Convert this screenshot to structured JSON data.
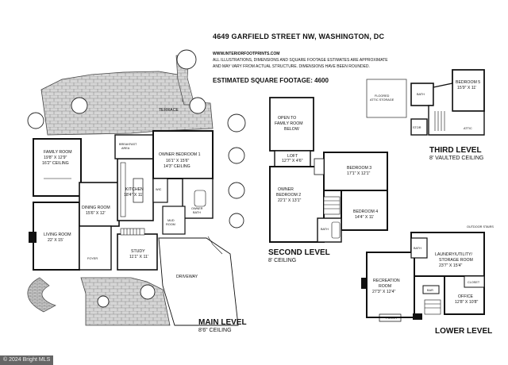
{
  "header": {
    "address": "4649 GARFIELD STREET NW, WASHINGTON, DC",
    "website": "WWW.INTERIORFOOTPRINTS.COM",
    "disclaimer_1": "ALL ILLUSTRATIONS, DIMENSIONS AND SQUARE FOOTAGE ESTIMATES ARE APPROXIMATE",
    "disclaimer_2": "AND MAY VARY FROM ACTUAL STRUCTURE. DIMENSIONS HAVE BEEN ROUNDED.",
    "sqft": "ESTIMATED SQUARE FOOTAGE: 4600"
  },
  "levels": {
    "main": {
      "title": "MAIN LEVEL",
      "subtitle": "8'6\" CEILING"
    },
    "second": {
      "title": "SECOND LEVEL",
      "subtitle": "8' CEILING"
    },
    "third": {
      "title": "THIRD LEVEL",
      "subtitle": "8' VAULTED CEILING"
    },
    "lower": {
      "title": "LOWER LEVEL",
      "subtitle": ""
    }
  },
  "main_rooms": {
    "terrace": "TERRACE",
    "family_name": "FAMILY ROOM",
    "family_dim": "19'8\" X 12'9\"",
    "family_ceiling": "16'2\" CEILING",
    "owner1_name": "OWNER BEDROOM 1",
    "owner1_dim": "16'1\" X 15'6\"",
    "owner1_ceiling": "14'3\" CEILING",
    "breakfast_1": "BREAKFAST",
    "breakfast_2": "AREA",
    "kitchen_name": "KITCHEN",
    "kitchen_dim": "18'4\" X 11'",
    "dining_name": "DINING ROOM",
    "dining_dim": "15'6\" X 12'",
    "living_name": "LIVING ROOM",
    "living_dim": "22' X 15'",
    "study_name": "STUDY",
    "study_dim": "11'1\" X 11'",
    "foyer": "FOYER",
    "mud_1": "MUD",
    "mud_2": "ROOM",
    "owner_bath_1": "OWNER",
    "owner_bath_2": "BATH",
    "wic": "WIC",
    "driveway": "DRIVEWAY"
  },
  "second_rooms": {
    "open_1": "OPEN TO",
    "open_2": "FAMILY ROOM",
    "open_3": "BELOW",
    "loft_name": "LOFT",
    "loft_dim": "12'7\" X 4'6\"",
    "bed3_name": "BEDROOM 3",
    "bed3_dim": "17'1\" X 12'1\"",
    "owner2_1": "OWNER",
    "owner2_2": "BEDROOM 2",
    "owner2_dim": "22'1\" X 13'1\"",
    "bed4_name": "BEDROOM 4",
    "bed4_dim": "14'4\" X 11'",
    "bath": "BATH"
  },
  "third_rooms": {
    "floored_1": "FLOORED",
    "floored_2": "ATTIC STORAGE",
    "bed5_name": "BEDROOM 5",
    "bed5_dim": "15'9\" X 11'",
    "bath": "BATH",
    "stor": "STOR",
    "attic": "ATTIC"
  },
  "lower_rooms": {
    "laundry_1": "LAUNDRY/UTILITY/",
    "laundry_2": "STORAGE ROOM",
    "laundry_dim": "23'7\" X 15'4\"",
    "rec_1": "RECREATION",
    "rec_2": "ROOM",
    "rec_dim": "27'3\" X 12'4\"",
    "office_name": "OFFICE",
    "office_dim": "12'8\" X 10'8\"",
    "closet": "CLOSET",
    "bar": "BAR",
    "bath": "BATH",
    "porch": "PORCH",
    "outdoor": "OUTDOOR STAIRS"
  },
  "credit": "© 2024 Bright MLS"
}
